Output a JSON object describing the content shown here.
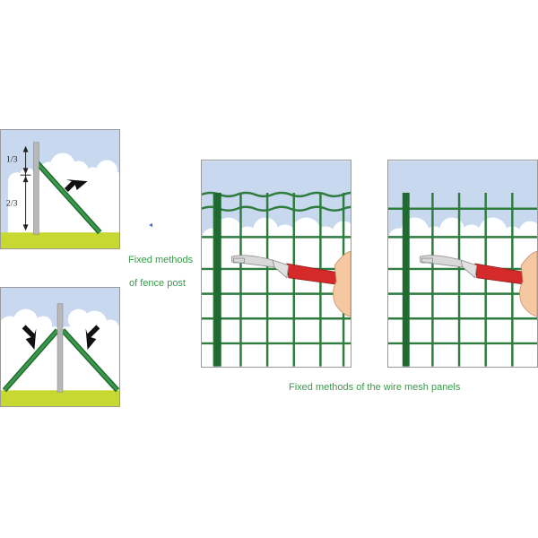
{
  "post_panel_top": {
    "labels": {
      "upper_ratio": "1/3",
      "lower_ratio": "2/3"
    },
    "icons": [
      "support-arrow-icon"
    ]
  },
  "post_panel_bottom": {
    "icons": [
      "left-support-arrow-icon",
      "right-support-arrow-icon"
    ]
  },
  "captions": {
    "fence_post_line1": "Fixed methods",
    "fence_post_line2": "of fence post",
    "mesh_panels": "Fixed methods of the wire mesh panels"
  },
  "colors": {
    "sky": "#c8d8ee",
    "cloud": "#ffffff",
    "ground": "#c8d832",
    "mesh_green": "#2e7d3e",
    "post_grey": "#b8b8b8",
    "tool_red": "#d42a2a",
    "caption_green": "#3a9a4a",
    "hand": "#f4c8a0"
  }
}
